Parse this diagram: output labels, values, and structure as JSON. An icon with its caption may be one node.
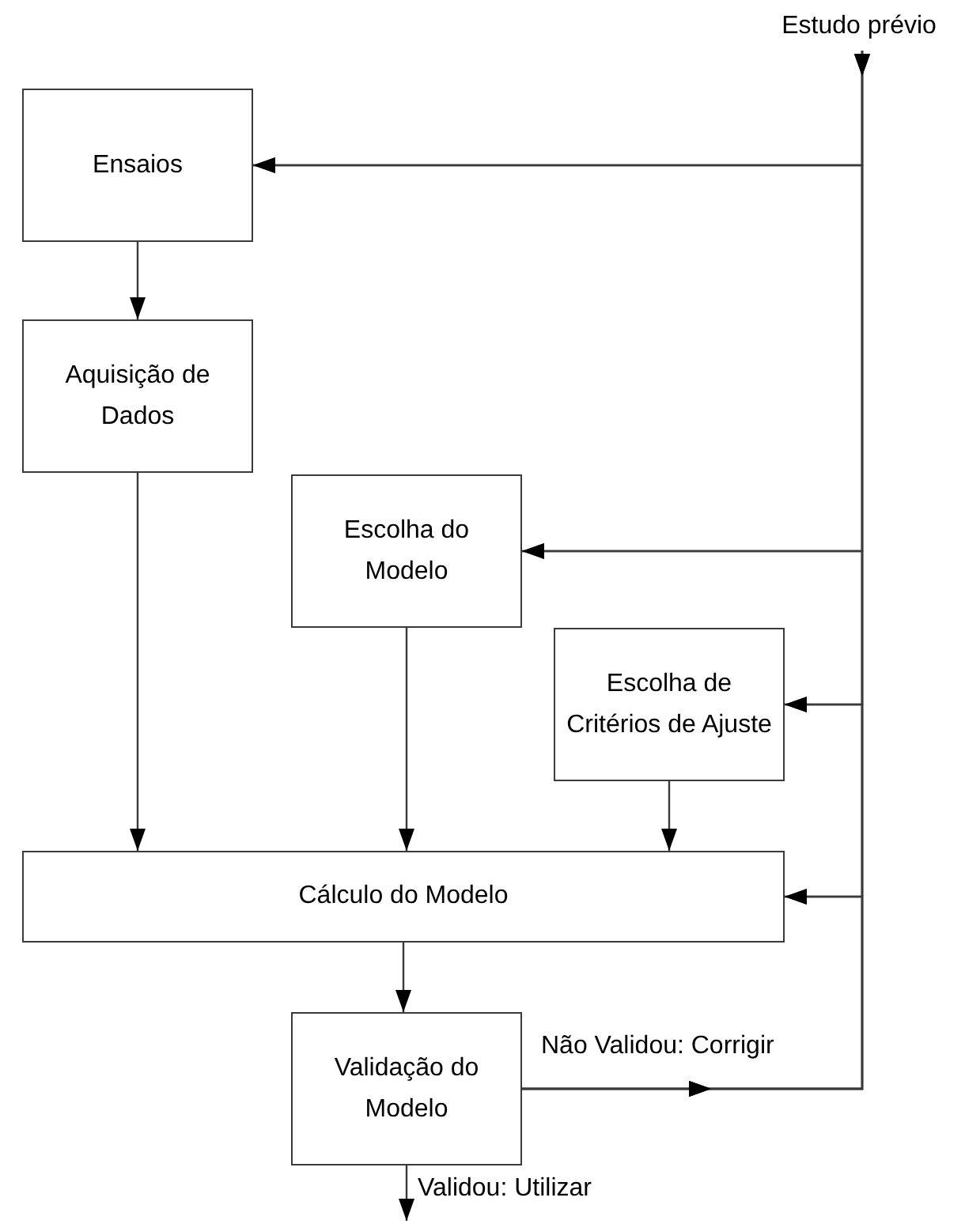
{
  "diagram": {
    "nodes": [
      {
        "text": [
          "Estudo prévio"
        ]
      },
      {
        "text": [
          "Ensaios"
        ]
      },
      {
        "text": [
          "Aquisição de Dados"
        ]
      },
      {
        "text": [
          "Escolha do Modelo"
        ]
      },
      {
        "text": [
          "Escolha de Critérios de Ajuste"
        ]
      },
      {
        "text": [
          "Cálculo do Modelo"
        ]
      },
      {
        "text": [
          "Validação do Modelo"
        ]
      }
    ],
    "edges": [
      {
        "from": 0,
        "to": 1,
        "arrow": "to"
      },
      {
        "from": 0,
        "to": 3,
        "arrow": "to"
      },
      {
        "from": 0,
        "to": 4,
        "arrow": "to"
      },
      {
        "from": 0,
        "to": 5,
        "arrow": "to"
      },
      {
        "from": 1,
        "to": 2,
        "arrow": "to"
      },
      {
        "from": 2,
        "to": 5,
        "arrow": "to"
      },
      {
        "from": 3,
        "to": 5,
        "arrow": "to"
      },
      {
        "from": 4,
        "to": 5,
        "arrow": "to"
      },
      {
        "from": 5,
        "to": 6,
        "arrow": "to"
      },
      {
        "from": 6,
        "to": 1,
        "arrow": "to",
        "label": "Não Validou: Corrigir"
      },
      {
        "from": 6,
        "to": 3,
        "arrow": "to"
      },
      {
        "from": 6,
        "to": 4,
        "arrow": "to"
      },
      {
        "from": 6,
        "to": 5,
        "arrow": "to"
      },
      {
        "from": 6,
        "to": null,
        "arrow": "to",
        "label": "Validou: Utilizar"
      }
    ]
  }
}
